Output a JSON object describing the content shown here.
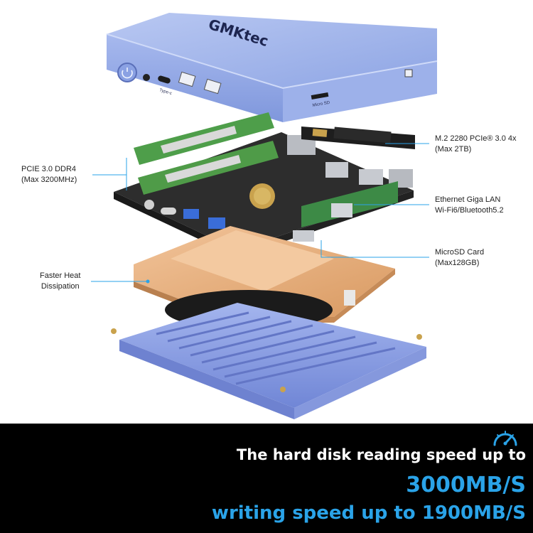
{
  "brand": "GMKtec",
  "ports": {
    "typec_label": "Type-c",
    "microsd_label": "Micro SD"
  },
  "callouts": {
    "ssd": "M.2 2280 PCIe® 3.0 4x\n(Max 2TB)",
    "ram": "PCIE 3.0 DDR4\n(Max 3200MHz)",
    "network": "Ethernet Giga LAN\nWi-Fi6/Bluetooth5.2",
    "microsd": "MicroSD Card\n(Max128GB)",
    "heat": "Faster Heat\nDissipation"
  },
  "banner": {
    "headline": "The hard disk reading speed up to",
    "read_speed": "3000MB/S",
    "write_speed": "writing speed up to 1900MB/S"
  },
  "colors": {
    "band": "#000000",
    "accent": "#2aa3e8",
    "chassis": "#8fa6e6",
    "heatsink": "#e8ad79",
    "pcb": "#2b2b2b",
    "ram": "#4e9e4a"
  },
  "icons": [
    "speedometer-icon"
  ]
}
